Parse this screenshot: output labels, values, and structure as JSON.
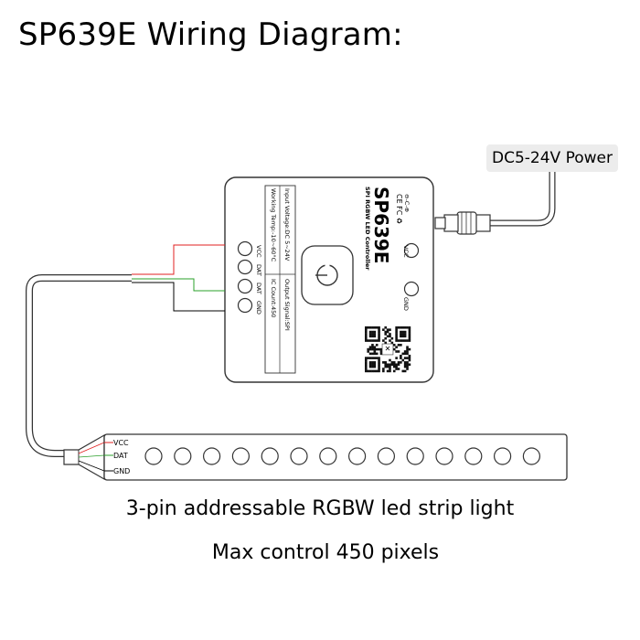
{
  "title": "SP639E Wiring Diagram:",
  "power_label": "DC5-24V Power",
  "controller": {
    "model": "SP639E",
    "subtitle": "SPI RGBW LED Controller",
    "spec_input_voltage": "Input Voltage:DC 5~24V",
    "spec_working_temp": "Working Temp:-10~60°C",
    "spec_output_signal": "Output Signal:SPI",
    "spec_ic_count": "IC Count:450",
    "pin_vcc": "VCC",
    "pin_dat": "DAT",
    "pin_dat2": "DAT",
    "pin_gnd": "GND",
    "power_vcc": "VCC",
    "power_gnd": "GND",
    "polarity_symbol": "⊖-C-⊕",
    "cert_marks": "CE FC ♻"
  },
  "strip": {
    "vcc_label": "VCC",
    "dat_label": "DAT",
    "gnd_label": "GND",
    "led_count": 14
  },
  "caption_line1": "3-pin addressable RGBW led strip light",
  "caption_line2": "Max control 450 pixels",
  "colors": {
    "vcc_wire": "#e02020",
    "dat_wire": "#2aa02a",
    "gnd_wire": "#000000",
    "line": "#333333"
  }
}
